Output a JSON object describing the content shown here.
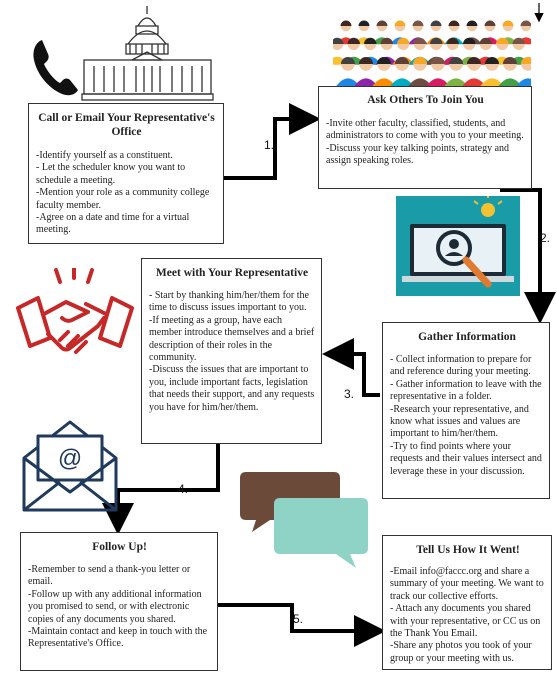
{
  "boxes": {
    "call": {
      "title": "Call or Email Your Representative's Office",
      "body": "-Identify yourself as a constituent.\n- Let the scheduler know you want to schedule a meeting.\n-Mention your role as a community college faculty member.\n-Agree on a date and time for a virtual meeting."
    },
    "ask": {
      "title": "Ask Others To Join You",
      "body": "-Invite other faculty, classified, students, and administrators to come with you to your meeting.\n-Discuss your key talking points, strategy and assign speaking roles."
    },
    "gather": {
      "title": "Gather Information",
      "body": "- Collect information to prepare for and reference during your meeting.\n- Gather information to leave with the representative in a folder.\n-Research your representative, and know what issues and values are important to him/her/them.\n-Try to find points where your requests and their values intersect and leverage these in your discussion."
    },
    "meet": {
      "title": "Meet with Your Representative",
      "body": "- Start by thanking him/her/them for the time to discuss issues important to you.\n-If meeting as a group, have each member introduce themselves and a brief description of their roles in the community.\n-Discuss the issues that are important to you, include important facts, legislation that needs their support, and any requests you have for him/her/them."
    },
    "follow": {
      "title": "Follow Up!",
      "body": "-Remember to send a thank-you letter or email.\n-Follow up with any additional information you promised to send, or with electronic copies of any documents you shared.\n-Maintain contact and keep in touch with the  Representative's Office."
    },
    "tell": {
      "title": "Tell Us How It Went!",
      "body": "-Email info@faccc.org and share a summary of your meeting. We want to track our collective efforts.\n- Attach any documents you shared with your representative, or CC us on the Thank You Email.\n-Share any photos you took of your group or your meeting with us."
    }
  },
  "steps": {
    "s1": "1.",
    "s2": "2.",
    "s3": "3.",
    "s4": "4.",
    "s5": "5."
  },
  "icons": {
    "phone": "phone-icon",
    "capitol": "capitol-building-icon",
    "crowd": "crowd-icon",
    "research": "computer-search-icon",
    "handshake": "handshake-icon",
    "email": "email-envelope-icon",
    "chat": "chat-bubbles-icon"
  },
  "colors": {
    "handshake": "#c62828",
    "research_bg": "#1a9ba8",
    "chat_front": "#8fd3c7",
    "chat_back": "#6b4a3a",
    "bulb": "#f2c230"
  }
}
